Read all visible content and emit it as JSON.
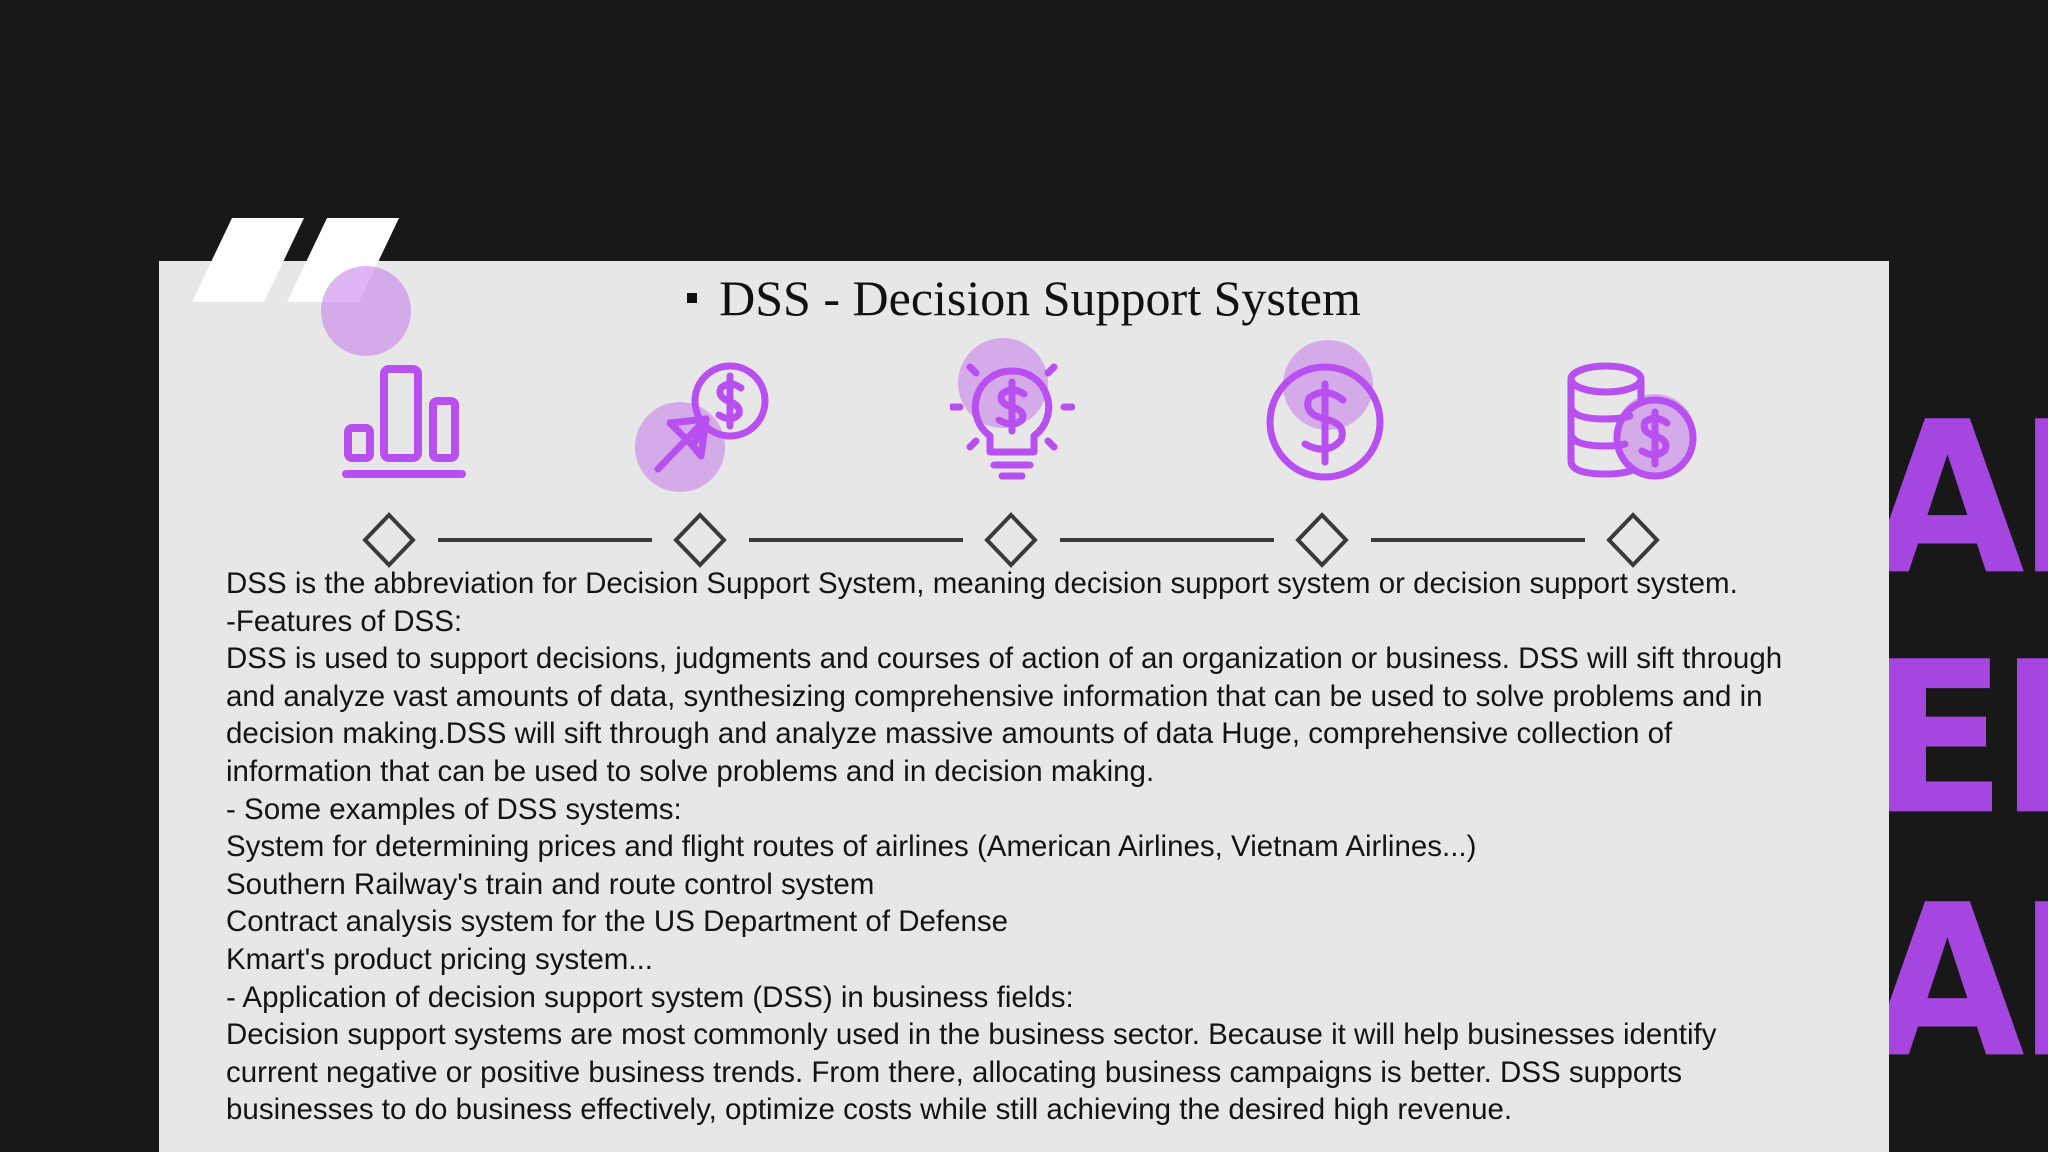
{
  "background": {
    "color": "#181818",
    "side_text": [
      "AL",
      "EN",
      "AI)"
    ]
  },
  "accent_color": "#b84ff0",
  "slide": {
    "title": "DSS -  Decision Support System",
    "icons": [
      "bar-chart-icon",
      "cursor-dollar-icon",
      "lightbulb-dollar-icon",
      "dollar-circle-icon",
      "coins-dollar-icon"
    ],
    "paragraphs": [
      "DSS is the abbreviation for Decision Support System, meaning decision support system or decision support system.",
      "-Features of DSS:",
      "DSS is used to support decisions, judgments and courses of action of an organization or business. DSS will sift through",
      "and analyze vast amounts of data, synthesizing comprehensive information that can be used to solve problems and in",
      "decision making.DSS will sift through and analyze massive amounts of data Huge, comprehensive collection of",
      "information that can be used to solve problems and in decision making.",
      "- Some examples of DSS systems:",
      "System for determining prices and flight routes of airlines (American Airlines, Vietnam Airlines...)",
      "Southern Railway's train and route control system",
      "Contract analysis system for the US Department of Defense",
      "Kmart's product pricing system...",
      "- Application of decision support system (DSS) in business fields:",
      "Decision support systems are most commonly used in the business sector. Because it will help businesses identify",
      "current negative or positive business trends. From there, allocating business campaigns is better. DSS supports",
      "businesses to do business effectively, optimize costs while still achieving the desired high revenue."
    ]
  }
}
